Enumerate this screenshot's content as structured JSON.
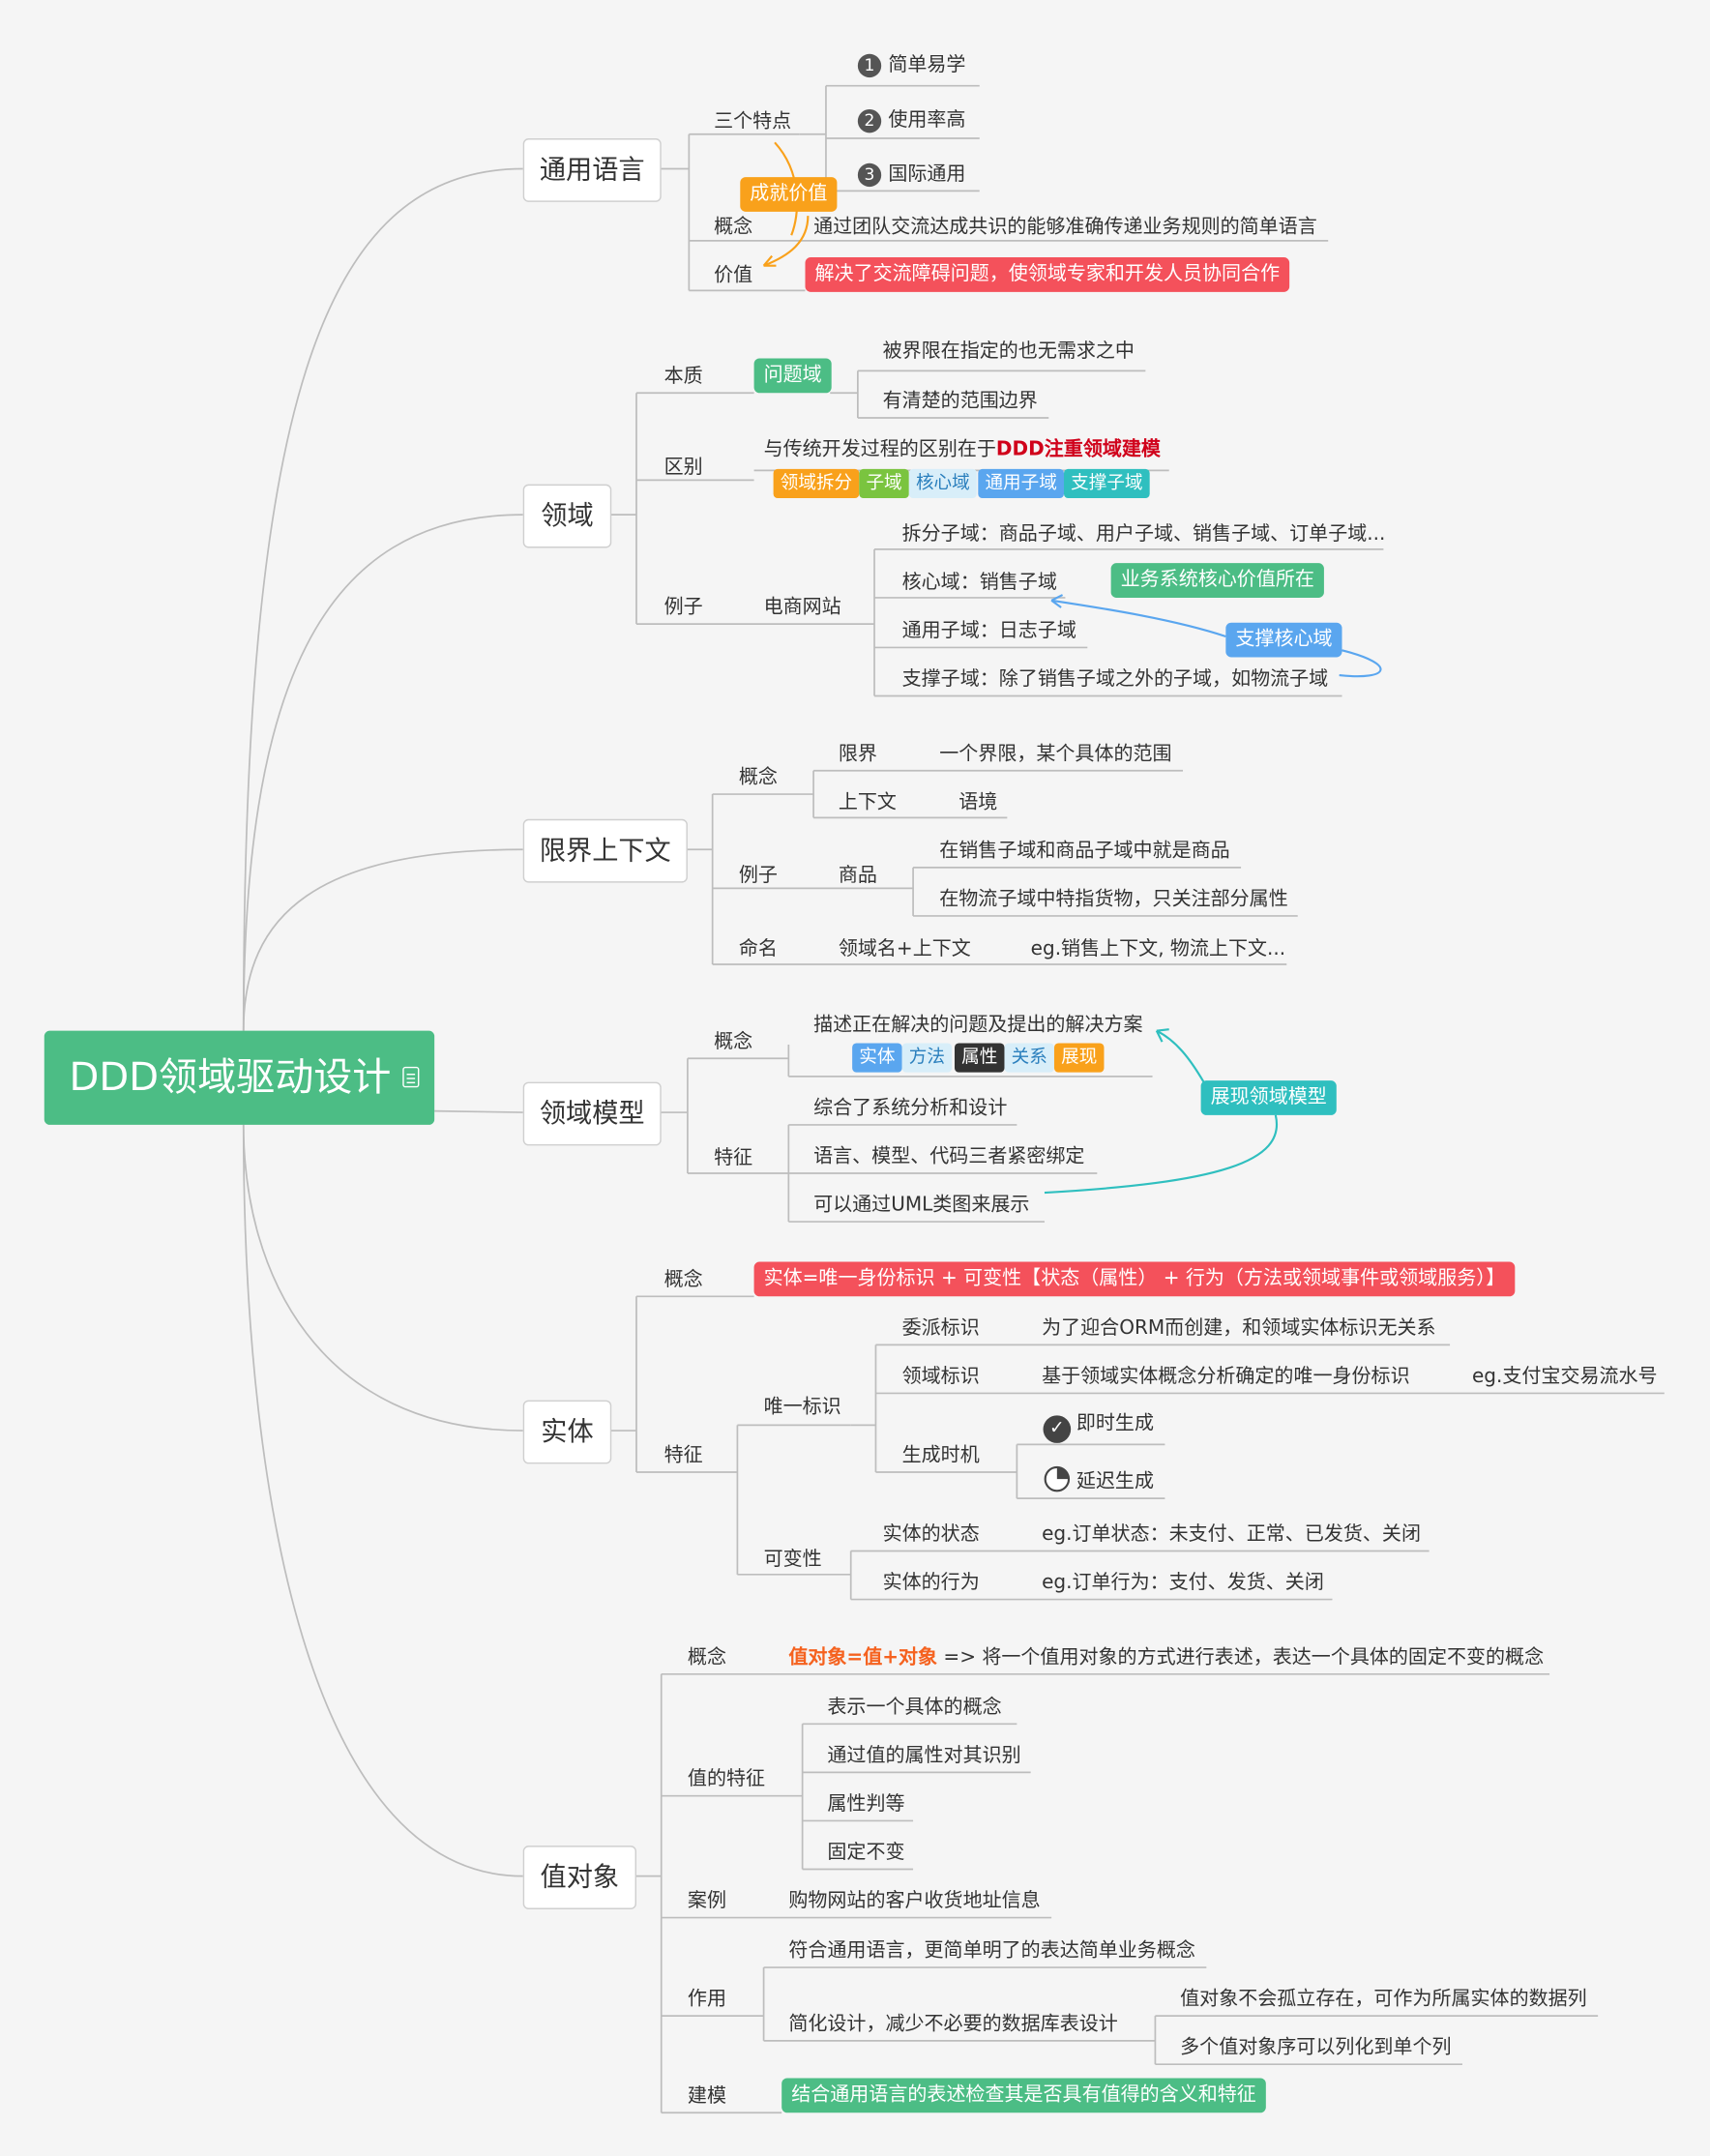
{
  "root": {
    "label": "DDD领域驱动设计",
    "icon": "note-icon"
  },
  "colors": {
    "green": "#4cbd85",
    "red": "#f4515b",
    "orange": "#f9a11b",
    "blue": "#5aa6ef",
    "cyan": "#2fbfbf",
    "line": "#bdbdbd"
  },
  "ubiquitous": {
    "title": "通用语言",
    "features_label": "三个特点",
    "features": [
      "简单易学",
      "使用率高",
      "国际通用"
    ],
    "nums": [
      "1",
      "2",
      "3"
    ],
    "concept_label": "概念",
    "concept": "通过团队交流达成共识的能够准确传递业务规则的简单语言",
    "value_label": "价值",
    "value": "解决了交流障碍问题，使领域专家和开发人员协同合作",
    "callout": "成就价值"
  },
  "domain": {
    "title": "领域",
    "essence_label": "本质",
    "essence_tag": "问题域",
    "essence": [
      "被界限在指定的也无需求之中",
      "有清楚的范围边界"
    ],
    "diff_label": "区别",
    "diff_text": "与传统开发过程的区别在于",
    "diff_emph": "DDD注重领域建模",
    "diff_tags": [
      "领域拆分",
      "子域",
      "核心域",
      "通用子域",
      "支撑子域"
    ],
    "example_label": "例子",
    "example_site": "电商网站",
    "examples": [
      "拆分子域：商品子域、用户子域、销售子域、订单子域...",
      "核心域：销售子域",
      "通用子域：日志子域",
      "支撑子域：除了销售子域之外的子域，如物流子域"
    ],
    "core_callout": "业务系统核心价值所在",
    "support_callout": "支撑核心域"
  },
  "context": {
    "title": "限界上下文",
    "concept_label": "概念",
    "bound_label": "限界",
    "bound": "一个界限，某个具体的范围",
    "ctx_label": "上下文",
    "ctx": "语境",
    "example_label": "例子",
    "goods_label": "商品",
    "goods": [
      "在销售子域和商品子域中就是商品",
      "在物流子域中特指货物，只关注部分属性"
    ],
    "naming_label": "命名",
    "naming": "领域名+上下文",
    "naming_eg": "eg.销售上下文, 物流上下文..."
  },
  "model": {
    "title": "领域模型",
    "concept_label": "概念",
    "concept": "描述正在解决的问题及提出的解决方案",
    "tags": [
      "实体",
      "方法",
      "属性",
      "关系",
      "展现"
    ],
    "feature_label": "特征",
    "features": [
      "综合了系统分析和设计",
      "语言、模型、代码三者紧密绑定",
      "可以通过UML类图来展示"
    ],
    "callout": "展现领域模型"
  },
  "entity": {
    "title": "实体",
    "concept_label": "概念",
    "concept": "实体=唯一身份标识 + 可变性【状态（属性） + 行为（方法或领域事件或领域服务）】",
    "feature_label": "特征",
    "unique_label": "唯一标识",
    "delegate_label": "委派标识",
    "delegate": "为了迎合ORM而创建，和领域实体标识无关系",
    "domainid_label": "领域标识",
    "domainid": "基于领域实体概念分析确定的唯一身份标识",
    "domainid_eg": "eg.支付宝交易流水号",
    "gen_label": "生成时机",
    "gen": [
      "即时生成",
      "延迟生成"
    ],
    "mutable_label": "可变性",
    "state_label": "实体的状态",
    "state": "eg.订单状态：未支付、正常、已发货、关闭",
    "behavior_label": "实体的行为",
    "behavior": "eg.订单行为：支付、发货、关闭"
  },
  "valueobj": {
    "title": "值对象",
    "concept_label": "概念",
    "concept_emph": "值对象=值+对象",
    "concept_rest": "=> 将一个值用对象的方式进行表述，表达一个具体的固定不变的概念",
    "feature_label": "值的特征",
    "features": [
      "表示一个具体的概念",
      "通过值的属性对其识别",
      "属性判等",
      "固定不变"
    ],
    "case_label": "案例",
    "case": "购物网站的客户收货地址信息",
    "use_label": "作用",
    "uses": [
      "符合通用语言，更简单明了的表达简单业务概念",
      "简化设计，减少不必要的数据库表设计"
    ],
    "use_sub": [
      "值对象不会孤立存在，可作为所属实体的数据列",
      "多个值对象序可以列化到单个列"
    ],
    "model_label": "建模",
    "model": "结合通用语言的表述检查其是否具有值得的含义和特征"
  }
}
